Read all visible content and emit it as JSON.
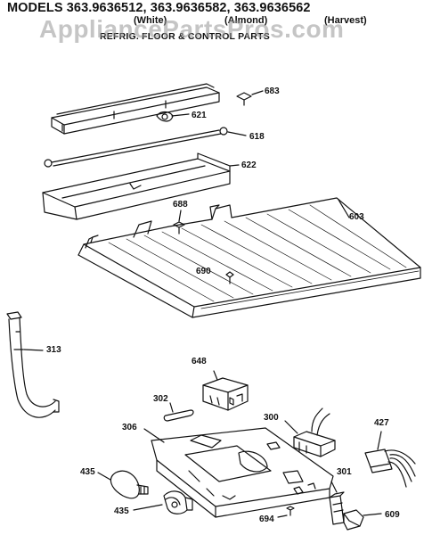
{
  "header": {
    "models_line": "MODELS 363.9636512, 363.9636582, 363.9636562",
    "colors": [
      "(White)",
      "(Almond)",
      "(Harvest)"
    ],
    "subtitle": "REFRIG. FLOOR & CONTROL PARTS",
    "watermark": "AppliancePartsPros.com"
  },
  "callouts": {
    "c683": "683",
    "c621": "621",
    "c618": "618",
    "c622": "622",
    "c688": "688",
    "c603": "603",
    "c690": "690",
    "c313": "313",
    "c648": "648",
    "c302": "302",
    "c300": "300",
    "c427": "427",
    "c306": "306",
    "c435a": "435",
    "c301": "301",
    "c435b": "435",
    "c694": "694",
    "c609": "609"
  }
}
